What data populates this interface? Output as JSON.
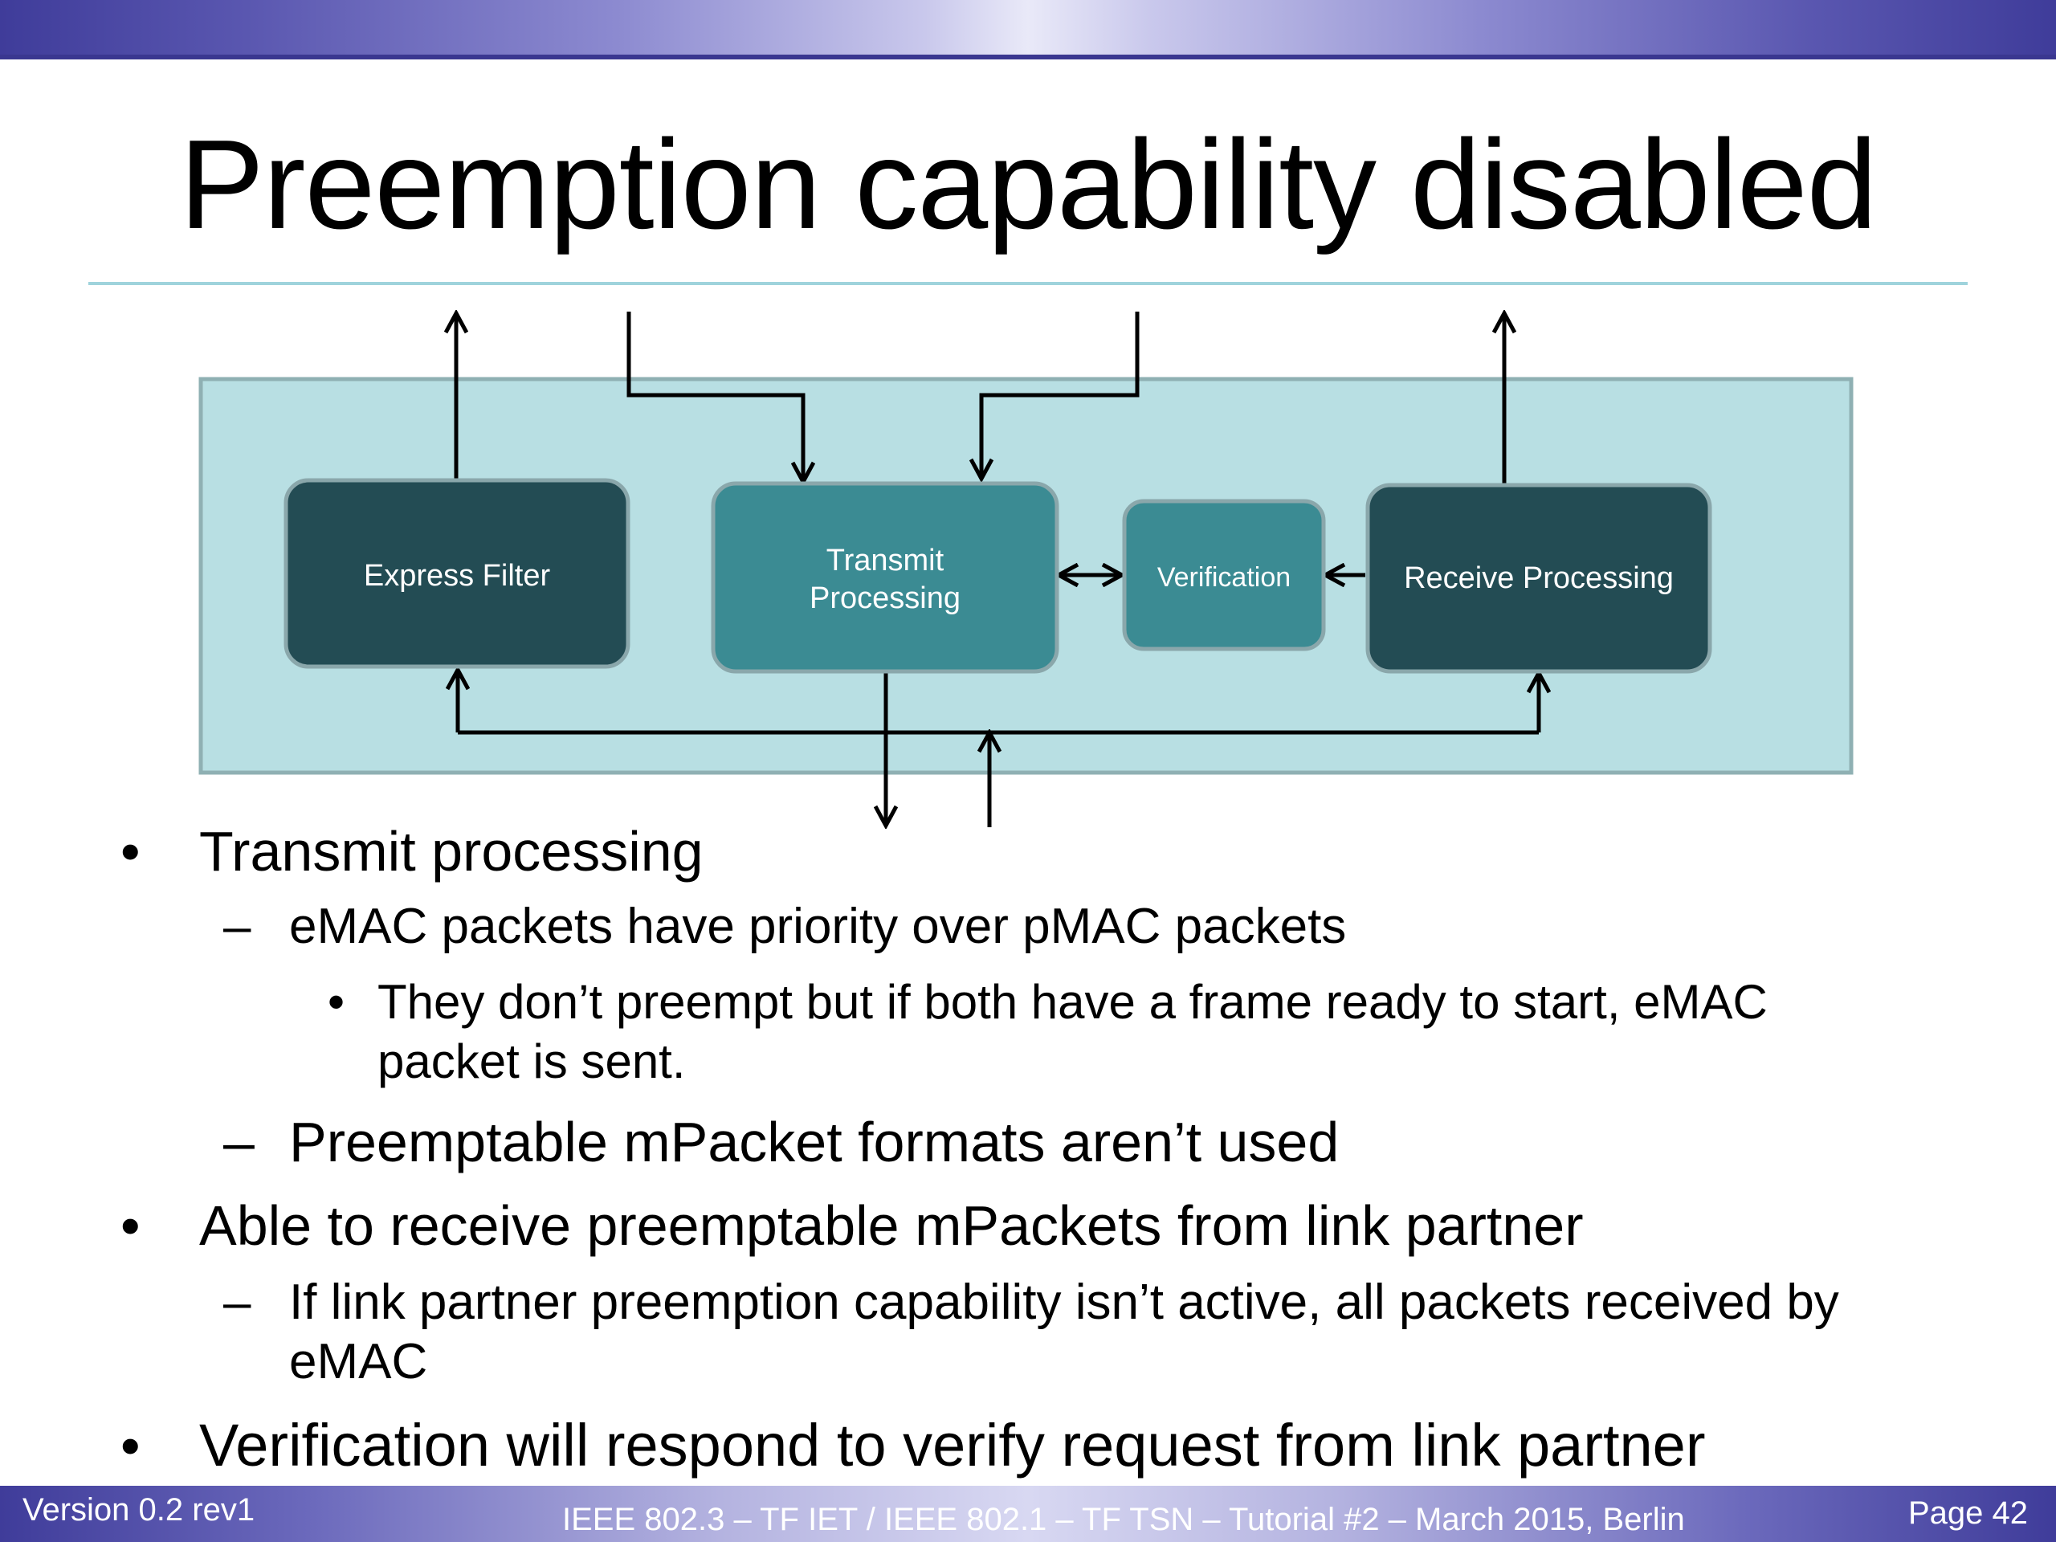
{
  "slide": {
    "title": "Preemption capability disabled"
  },
  "diagram": {
    "blocks": {
      "express_filter": "Express Filter",
      "transmit_line1": "Transmit",
      "transmit_line2": "Processing",
      "verification": "Verification",
      "receive_processing": "Receive Processing"
    },
    "colors": {
      "panel_fill": "#b8dfe3",
      "panel_border": "#8fb0b3",
      "dark_block": "#234c54",
      "teal_block": "#3b8b93",
      "block_border": "#8aa7ab"
    }
  },
  "bullets": {
    "b1": "Transmit processing",
    "b1_1": "eMAC packets have priority over pMAC packets",
    "b1_1_1_line1": "They don’t preempt but if both have a frame ready to start, eMAC",
    "b1_1_1_line2": "packet is sent.",
    "b1_2": "Preemptable mPacket formats aren’t used",
    "b2": "Able to receive preemptable mPackets from link partner",
    "b2_1_line1": "If link partner preemption capability isn’t active, all packets received by",
    "b2_1_line2": "eMAC",
    "b3": "Verification will respond to verify request from link partner",
    "bullet_symbol": "•",
    "dash_symbol": "–"
  },
  "footer": {
    "version": "Version 0.2 rev1",
    "center": "IEEE 802.3 – TF IET / IEEE 802.1 – TF TSN – Tutorial #2 – March 2015, Berlin",
    "page": "Page 42"
  }
}
